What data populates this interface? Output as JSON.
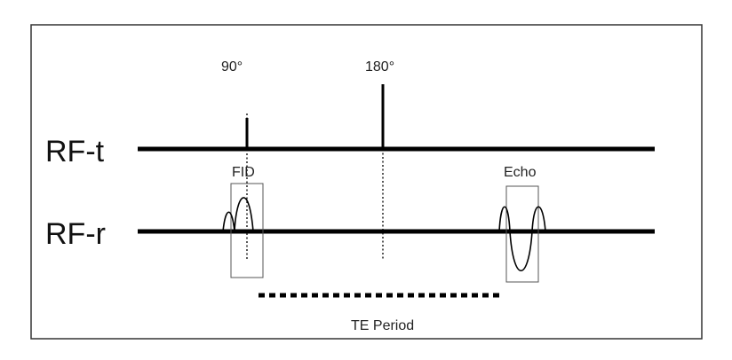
{
  "pulses": {
    "pulse_90_label": "90°",
    "pulse_180_label": "180°"
  },
  "lines": {
    "transmit_label": "RF-t",
    "receive_label": "RF-r"
  },
  "signals": {
    "fid_label": "FID",
    "echo_label": "Echo"
  },
  "period": {
    "te_label": "TE Period"
  },
  "colors": {
    "stroke": "#000000",
    "frame": "#333333",
    "box": "#555555"
  }
}
